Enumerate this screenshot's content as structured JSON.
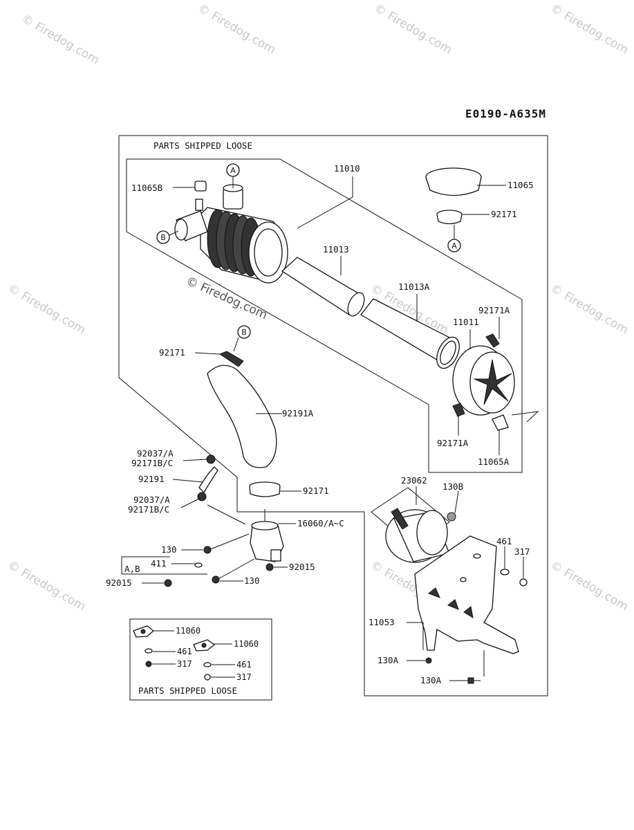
{
  "diagram_code": "E0190-A635M",
  "watermark": "© Firedog.com",
  "box_labels": {
    "main_box": "PARTS SHIPPED LOOSE",
    "small_box": "PARTS SHIPPED LOOSE",
    "ab_box": "A,B"
  },
  "callouts": {
    "c11065B": "11065B",
    "c11010": "11010",
    "c11065": "11065",
    "c92171_top": "92171",
    "c11013": "11013",
    "c11013A": "11013A",
    "c92171A_top": "92171A",
    "c11011": "11011",
    "c92171_hose": "92171",
    "c92191A": "92191A",
    "c92171A_bot": "92171A",
    "c11065A": "11065A",
    "c92037A_1": "92037/A",
    "c92171BC_1": "92171B/C",
    "c92191": "92191",
    "c92171_clamp": "92171",
    "c92037A_2": "92037/A",
    "c92171BC_2": "92171B/C",
    "c16060": "16060/A~C",
    "c23062": "23062",
    "c130B": "130B",
    "c461_r": "461",
    "c317_r": "317",
    "c130_a": "130",
    "c411": "411",
    "c92015_r": "92015",
    "c92015_l": "92015",
    "c130_b": "130",
    "c11053": "11053",
    "c130A_1": "130A",
    "c130A_2": "130A",
    "c11060_a": "11060",
    "c11060_b": "11060",
    "c461_a": "461",
    "c317_a": "317",
    "c461_b": "461",
    "c317_b": "317"
  },
  "reference_markers": {
    "A_top": "A",
    "A_clamp": "A",
    "B_left": "B",
    "B_hose": "B"
  }
}
